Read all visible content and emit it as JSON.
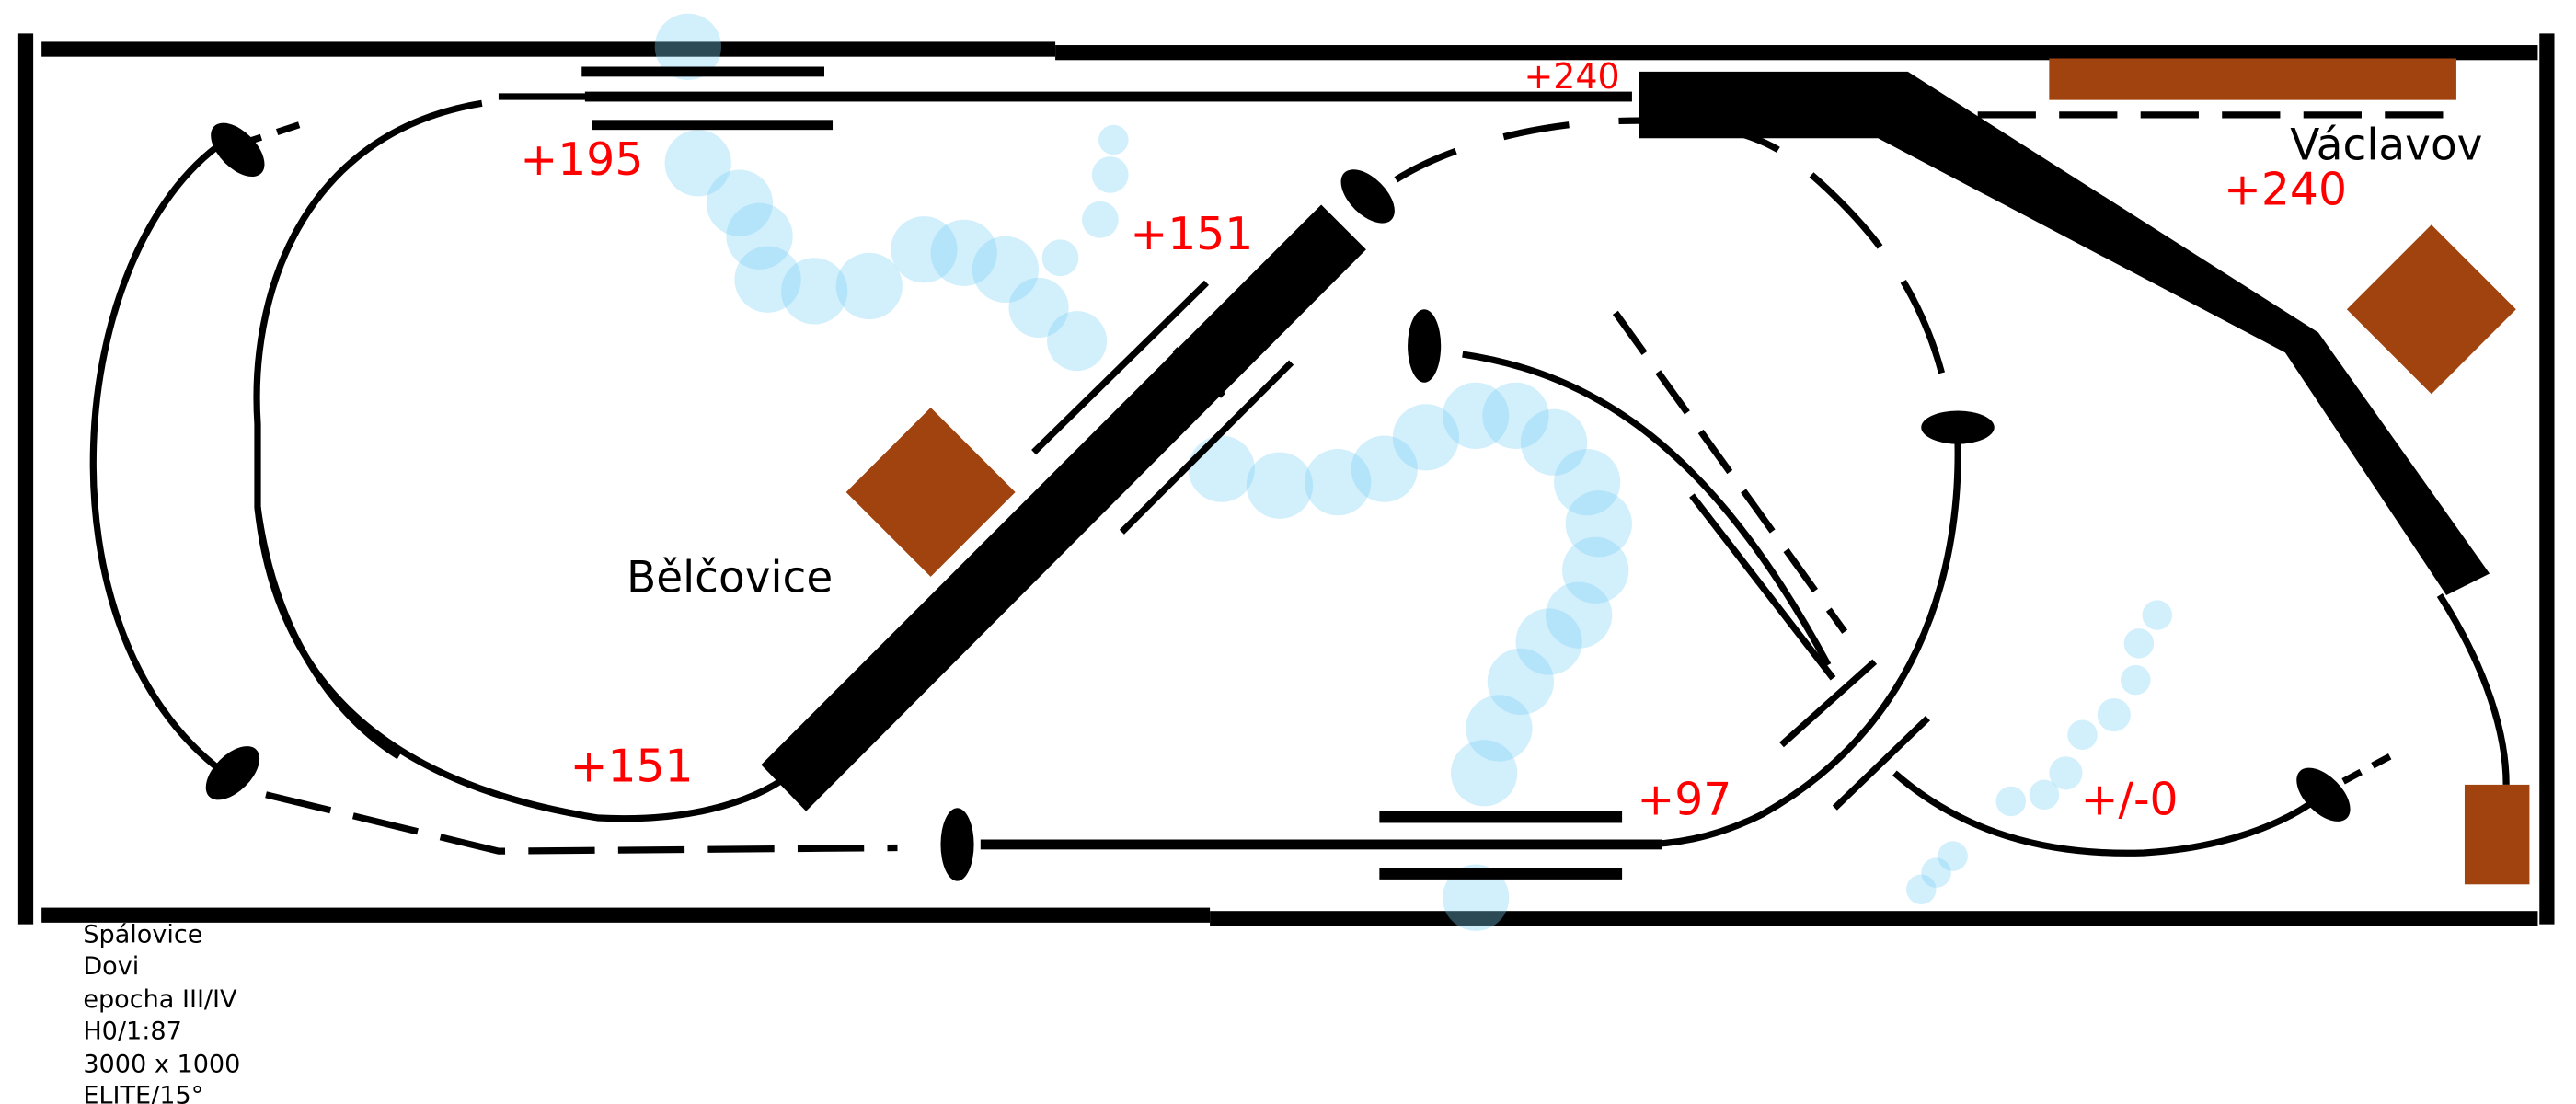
{
  "stations": {
    "belcovice": "Bělčovice",
    "vaclavov": "Václavov"
  },
  "heights": {
    "top_left": "+195",
    "upper_mid": "+151",
    "top_center": "+240",
    "vaclavov": "+240",
    "lower_left": "+151",
    "lower_mid": "+97",
    "lower_right": "+/-0"
  },
  "info": {
    "name": "Spálovice",
    "author": "Dovi",
    "epoch": "epocha III/IV",
    "scale": "H0/1:87",
    "size": "3000 x 1000",
    "track_system": "ELITE/15°"
  },
  "colors": {
    "track": "#000000",
    "building": "#a0430f",
    "water": "#7fd0f5",
    "height_label": "#ff0000"
  }
}
